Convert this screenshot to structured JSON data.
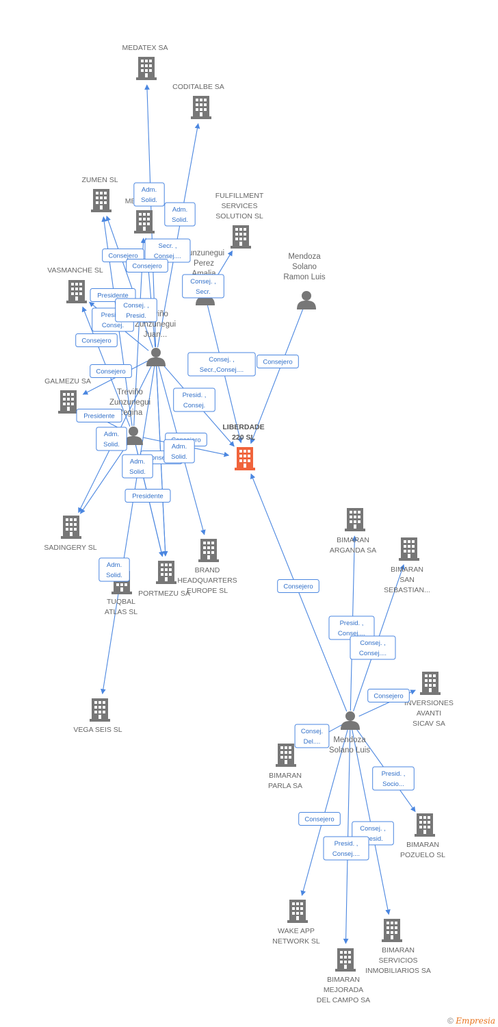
{
  "colors": {
    "edge": "#4a86e0",
    "node": "#777777",
    "focus": "#f0643c",
    "person": "#777777"
  },
  "footer": {
    "copyright": "©",
    "brand": "Empresia"
  },
  "nodes": [
    {
      "id": "medatex",
      "type": "company",
      "lines": [
        "MEDATEX SA"
      ]
    },
    {
      "id": "coditalbe",
      "type": "company",
      "lines": [
        "CODITALBE SA"
      ]
    },
    {
      "id": "zumen",
      "type": "company",
      "lines": [
        "ZUMEN SL"
      ]
    },
    {
      "id": "me",
      "type": "company",
      "lines": [
        "ME..."
      ]
    },
    {
      "id": "fulfillment",
      "type": "company",
      "lines": [
        "FULFILLMENT",
        "SERVICES",
        "SOLUTION SL"
      ]
    },
    {
      "id": "vasmanche",
      "type": "company",
      "lines": [
        "VASMANCHE SL"
      ]
    },
    {
      "id": "galmezu",
      "type": "company",
      "lines": [
        "GALMEZU SA"
      ]
    },
    {
      "id": "sadingery",
      "type": "company",
      "lines": [
        "SADINGERY SL"
      ]
    },
    {
      "id": "tuqbal",
      "type": "company",
      "lines": [
        "TUQBAL",
        "ATLAS SL"
      ]
    },
    {
      "id": "portmezu",
      "type": "company",
      "lines": [
        "PORTMEZU SA"
      ]
    },
    {
      "id": "brand",
      "type": "company",
      "lines": [
        "BRAND",
        "HEADQUARTERS",
        "EUROPE  SL"
      ]
    },
    {
      "id": "vegaseis",
      "type": "company",
      "lines": [
        "VEGA SEIS  SL"
      ]
    },
    {
      "id": "liberdade",
      "type": "focus",
      "lines": [
        "LIBERDADE",
        "220 SL"
      ]
    },
    {
      "id": "bim_arganda",
      "type": "company",
      "lines": [
        "BIMARAN",
        "ARGANDA SA"
      ]
    },
    {
      "id": "bim_sanseb",
      "type": "company",
      "lines": [
        "BIMARAN",
        "SAN",
        "SEBASTIAN..."
      ]
    },
    {
      "id": "inversiones",
      "type": "company",
      "lines": [
        "INVERSIONES",
        "AVANTI",
        "SICAV SA"
      ]
    },
    {
      "id": "bim_parla",
      "type": "company",
      "lines": [
        "BIMARAN",
        "PARLA SA"
      ]
    },
    {
      "id": "bim_pozuelo",
      "type": "company",
      "lines": [
        "BIMARAN",
        "POZUELO SL"
      ]
    },
    {
      "id": "wakeapp",
      "type": "company",
      "lines": [
        "WAKE APP",
        "NETWORK SL"
      ]
    },
    {
      "id": "bim_servicios",
      "type": "company",
      "lines": [
        "BIMARAN",
        "SERVICIOS",
        "INMOBILIARIOS SA"
      ]
    },
    {
      "id": "bim_mejorada",
      "type": "company",
      "lines": [
        "BIMARAN",
        "MEJORADA",
        "DEL CAMPO SA"
      ]
    },
    {
      "id": "p_zunzunegui_amalia",
      "type": "person",
      "lines": [
        "Zunzunegui",
        "Perez",
        "Amalia"
      ]
    },
    {
      "id": "p_mendoza_ramon",
      "type": "person",
      "lines": [
        "Mendoza",
        "Solano",
        "Ramon Luis"
      ]
    },
    {
      "id": "p_trevino_juan",
      "type": "person",
      "lines": [
        "Treviño",
        "Zunzunegui",
        "Juan..."
      ]
    },
    {
      "id": "p_trevino_regina",
      "type": "person",
      "lines": [
        "Treviño",
        "Zunzunegui",
        "Regina"
      ]
    },
    {
      "id": "p_mendoza_luis",
      "type": "person",
      "lines": [
        "Mendoza",
        "Solano Luis"
      ]
    }
  ],
  "edges": [
    {
      "from": "p_trevino_juan",
      "to": "medatex",
      "label": [
        "Adm.",
        "Solid."
      ]
    },
    {
      "from": "p_trevino_juan",
      "to": "coditalbe",
      "label": [
        "Adm.",
        "Solid."
      ]
    },
    {
      "from": "p_trevino_juan",
      "to": "zumen",
      "label": [
        "Consejero"
      ]
    },
    {
      "from": "p_trevino_juan",
      "to": "me",
      "label": [
        "Secr. ,",
        "Consej...."
      ]
    },
    {
      "from": "p_trevino_regina",
      "to": "me",
      "label": [
        "Consejero"
      ]
    },
    {
      "from": "p_zunzunegui_amalia",
      "to": "fulfillment",
      "label": [
        "Consej. ,",
        "Secr."
      ]
    },
    {
      "from": "p_trevino_juan",
      "to": "vasmanche",
      "label": [
        "Presidente"
      ]
    },
    {
      "from": "p_trevino_regina",
      "to": "vasmanche",
      "label": [
        "Presid. ,",
        "Consej."
      ]
    },
    {
      "from": "p_trevino_regina",
      "to": "zumen",
      "label": [
        "Consej. ,",
        "Presid."
      ]
    },
    {
      "from": "p_trevino_juan",
      "to": "galmezu",
      "label": [
        "Consejero"
      ]
    },
    {
      "from": "p_trevino_regina",
      "to": "galmezu",
      "label": [
        "Consejero"
      ]
    },
    {
      "from": "p_zunzunegui_amalia",
      "to": "liberdade",
      "label": [
        "Consej. ,",
        "Secr.,Consej...."
      ]
    },
    {
      "from": "p_mendoza_ramon",
      "to": "liberdade",
      "label": [
        "Consejero"
      ]
    },
    {
      "from": "p_trevino_juan",
      "to": "liberdade",
      "label": [
        "Presid. ,",
        "Consej."
      ]
    },
    {
      "from": "p_trevino_regina",
      "to": "liberdade",
      "label": [
        "Consejero"
      ]
    },
    {
      "from": "p_trevino_regina",
      "to": "sadingery",
      "label": [
        "Presidente"
      ]
    },
    {
      "from": "p_trevino_juan",
      "to": "sadingery",
      "label": [
        "Adm.",
        "Solid."
      ]
    },
    {
      "from": "p_trevino_juan",
      "to": "portmezu",
      "label": [
        "Consejero"
      ]
    },
    {
      "from": "p_trevino_regina",
      "to": "portmezu",
      "label": [
        "Adm.",
        "Solid."
      ]
    },
    {
      "from": "p_trevino_juan",
      "to": "portmezu",
      "label": [
        "Adm.",
        "Solid."
      ]
    },
    {
      "from": "p_trevino_regina",
      "to": "portmezu",
      "label": [
        "Presidente"
      ]
    },
    {
      "from": "p_trevino_juan",
      "to": "brand",
      "label": []
    },
    {
      "from": "p_trevino_juan",
      "to": "vegaseis",
      "label": [
        "Adm.",
        "Solid."
      ]
    },
    {
      "from": "p_mendoza_luis",
      "to": "liberdade",
      "label": [
        "Consejero"
      ]
    },
    {
      "from": "p_mendoza_luis",
      "to": "bim_arganda",
      "label": [
        "Presid. ,",
        "Consej...."
      ]
    },
    {
      "from": "p_mendoza_luis",
      "to": "bim_sanseb",
      "label": [
        "Consej. ,",
        "Consej...."
      ]
    },
    {
      "from": "p_mendoza_luis",
      "to": "inversiones",
      "label": [
        "Consejero"
      ]
    },
    {
      "from": "p_mendoza_luis",
      "to": "bim_parla",
      "label": [
        "Consej.",
        "Del...."
      ]
    },
    {
      "from": "p_mendoza_luis",
      "to": "bim_pozuelo",
      "label": [
        "Presid. ,",
        "Socio..."
      ]
    },
    {
      "from": "p_mendoza_luis",
      "to": "wakeapp",
      "label": [
        "Consejero"
      ]
    },
    {
      "from": "p_mendoza_luis",
      "to": "bim_servicios",
      "label": [
        "Consej. ,",
        "Presid."
      ]
    },
    {
      "from": "p_mendoza_luis",
      "to": "bim_mejorada",
      "label": [
        "Presid. ,",
        "Consej...."
      ]
    }
  ]
}
